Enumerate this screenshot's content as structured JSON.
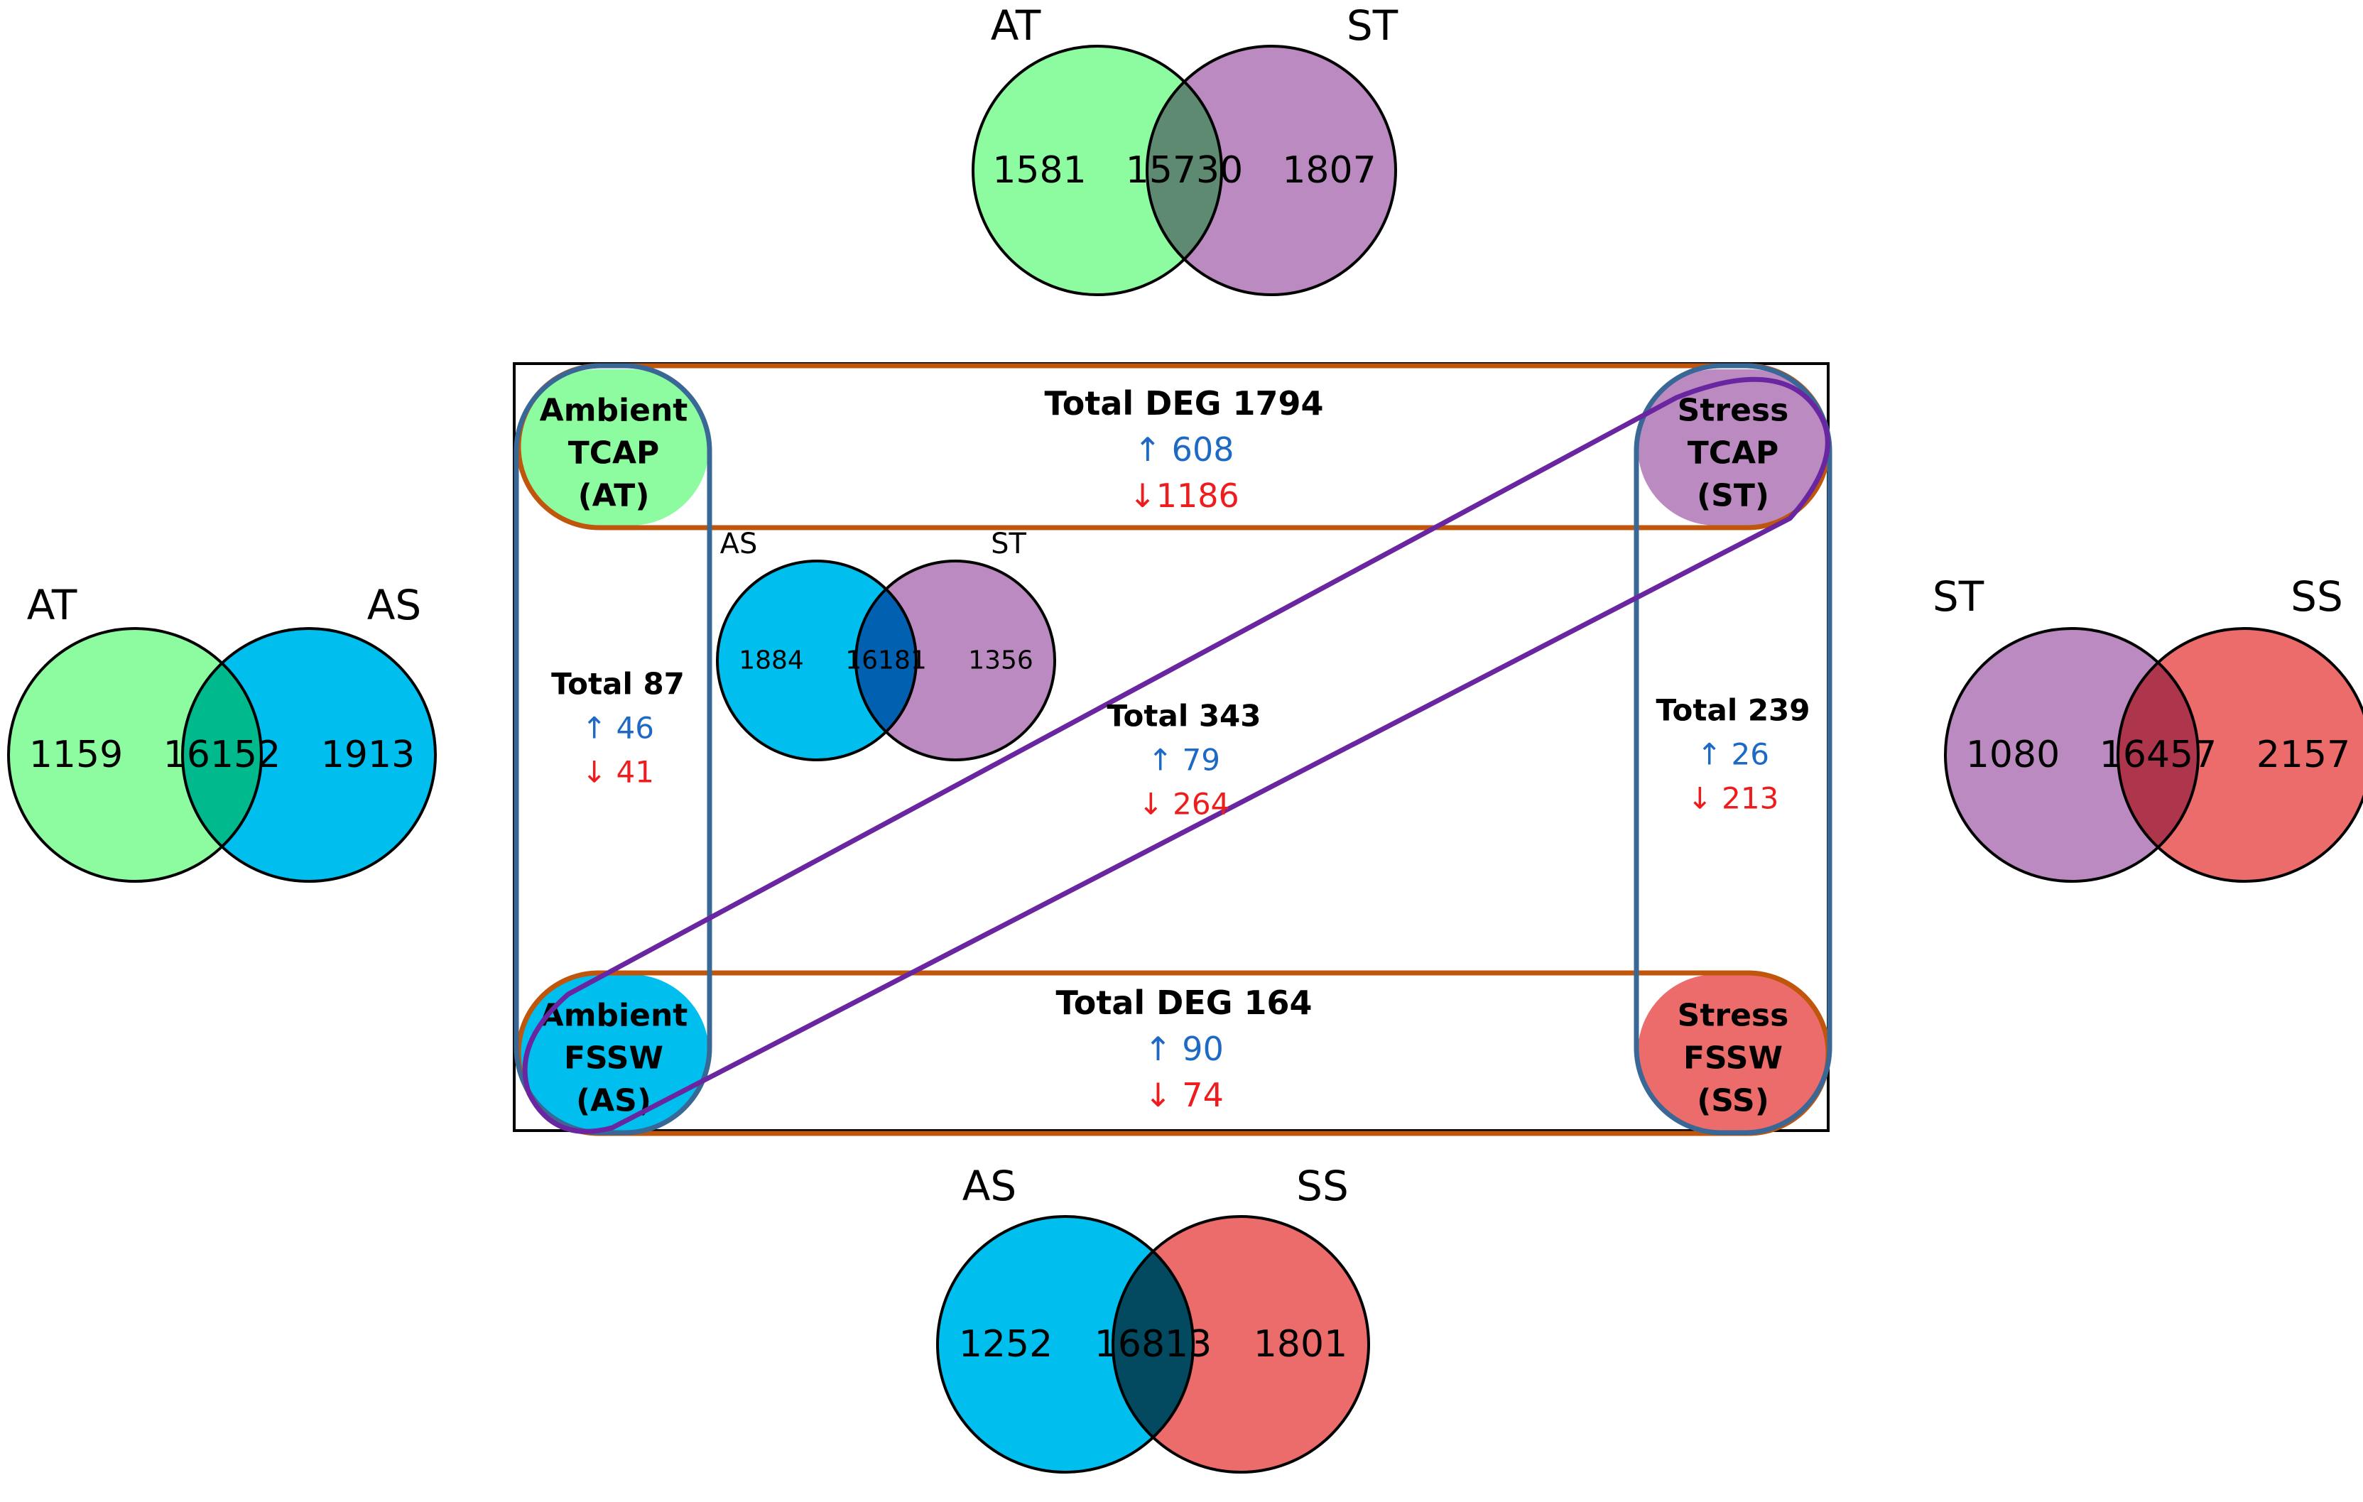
{
  "colors": {
    "ambient_tcap": "#8dfb9f",
    "stress_tcap": "#bb8ac0",
    "ambient_fssw": "#00bfee",
    "stress_fssw": "#ec6b6b",
    "at_st_overlap": "#5e8a72",
    "at_as_overlap": "#00b98c",
    "as_st_overlap": "#0161b0",
    "st_ss_overlap": "#ad354c",
    "as_ss_overlap": "#034a60",
    "frame_orange": "#c0560b",
    "frame_blue": "#3a6896",
    "frame_purple": "#6a26a0",
    "up_blue": "#1d69c4",
    "down_red": "#ee1c1c"
  },
  "venns": {
    "at_st": {
      "left": "AT",
      "right": "ST",
      "left_only": "1581",
      "both": "15730",
      "right_only": "1807"
    },
    "at_as": {
      "left": "AT",
      "right": "AS",
      "left_only": "1159",
      "both": "16152",
      "right_only": "1913"
    },
    "st_ss": {
      "left": "ST",
      "right": "SS",
      "left_only": "1080",
      "both": "16457",
      "right_only": "2157"
    },
    "as_ss": {
      "left": "AS",
      "right": "SS",
      "left_only": "1252",
      "both": "16813",
      "right_only": "1801"
    },
    "as_st": {
      "left": "AS",
      "right": "ST",
      "left_only": "1884",
      "both": "16181",
      "right_only": "1356"
    }
  },
  "groups": {
    "at": {
      "line1": "Ambient",
      "line2": "TCAP",
      "line3": "(AT)"
    },
    "st": {
      "line1": "Stress",
      "line2": "TCAP",
      "line3": "(ST)"
    },
    "as": {
      "line1": "Ambient",
      "line2": "FSSW",
      "line3": "(AS)"
    },
    "ss": {
      "line1": "Stress",
      "line2": "FSSW",
      "line3": "(SS)"
    }
  },
  "comparisons": {
    "at_st": {
      "total": "Total DEG 1794",
      "up": "↑ 608",
      "down": "↓1186"
    },
    "as_ss": {
      "total": "Total DEG 164",
      "up": "↑ 90",
      "down": "↓ 74"
    },
    "at_as": {
      "total": "Total 87",
      "up": "↑ 46",
      "down": "↓ 41"
    },
    "as_st": {
      "total": "Total 343",
      "up": "↑ 79",
      "down": "↓ 264"
    },
    "st_ss": {
      "total": "Total 239",
      "up": "↑ 26",
      "down": "↓ 213"
    }
  }
}
